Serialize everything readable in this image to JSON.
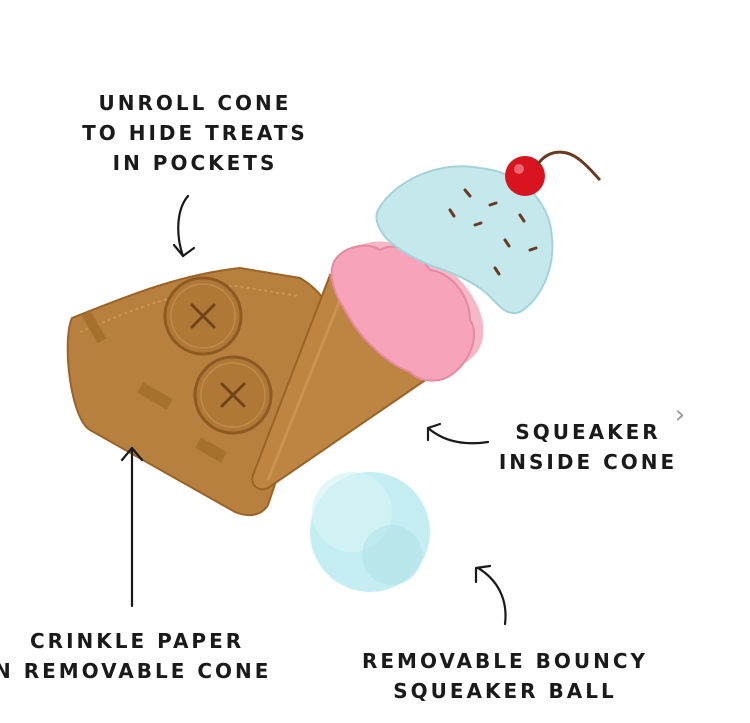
{
  "callouts": {
    "unroll": {
      "line1": "UNROLL CONE",
      "line2": "TO HIDE TREATS",
      "line3": "IN POCKETS"
    },
    "squeaker": {
      "line1": "SQUEAKER",
      "line2": "INSIDE CONE"
    },
    "crinkle": {
      "line1": "CRINKLE PAPER",
      "line2": "N REMOVABLE CONE"
    },
    "ball": {
      "line1": "REMOVABLE BOUNCY",
      "line2": "SQUEAKER BALL"
    }
  },
  "navigation": {
    "next_icon": "chevron-right-icon",
    "next_glyph": "›"
  },
  "colors": {
    "cone": "#b8803f",
    "cone_dark": "#8e5a22",
    "pink_scoop": "#f4a9bd",
    "blue_scoop": "#bfe6ea",
    "cherry": "#d8141f",
    "ball": "#c4eef2",
    "text": "#1a1a1a"
  }
}
